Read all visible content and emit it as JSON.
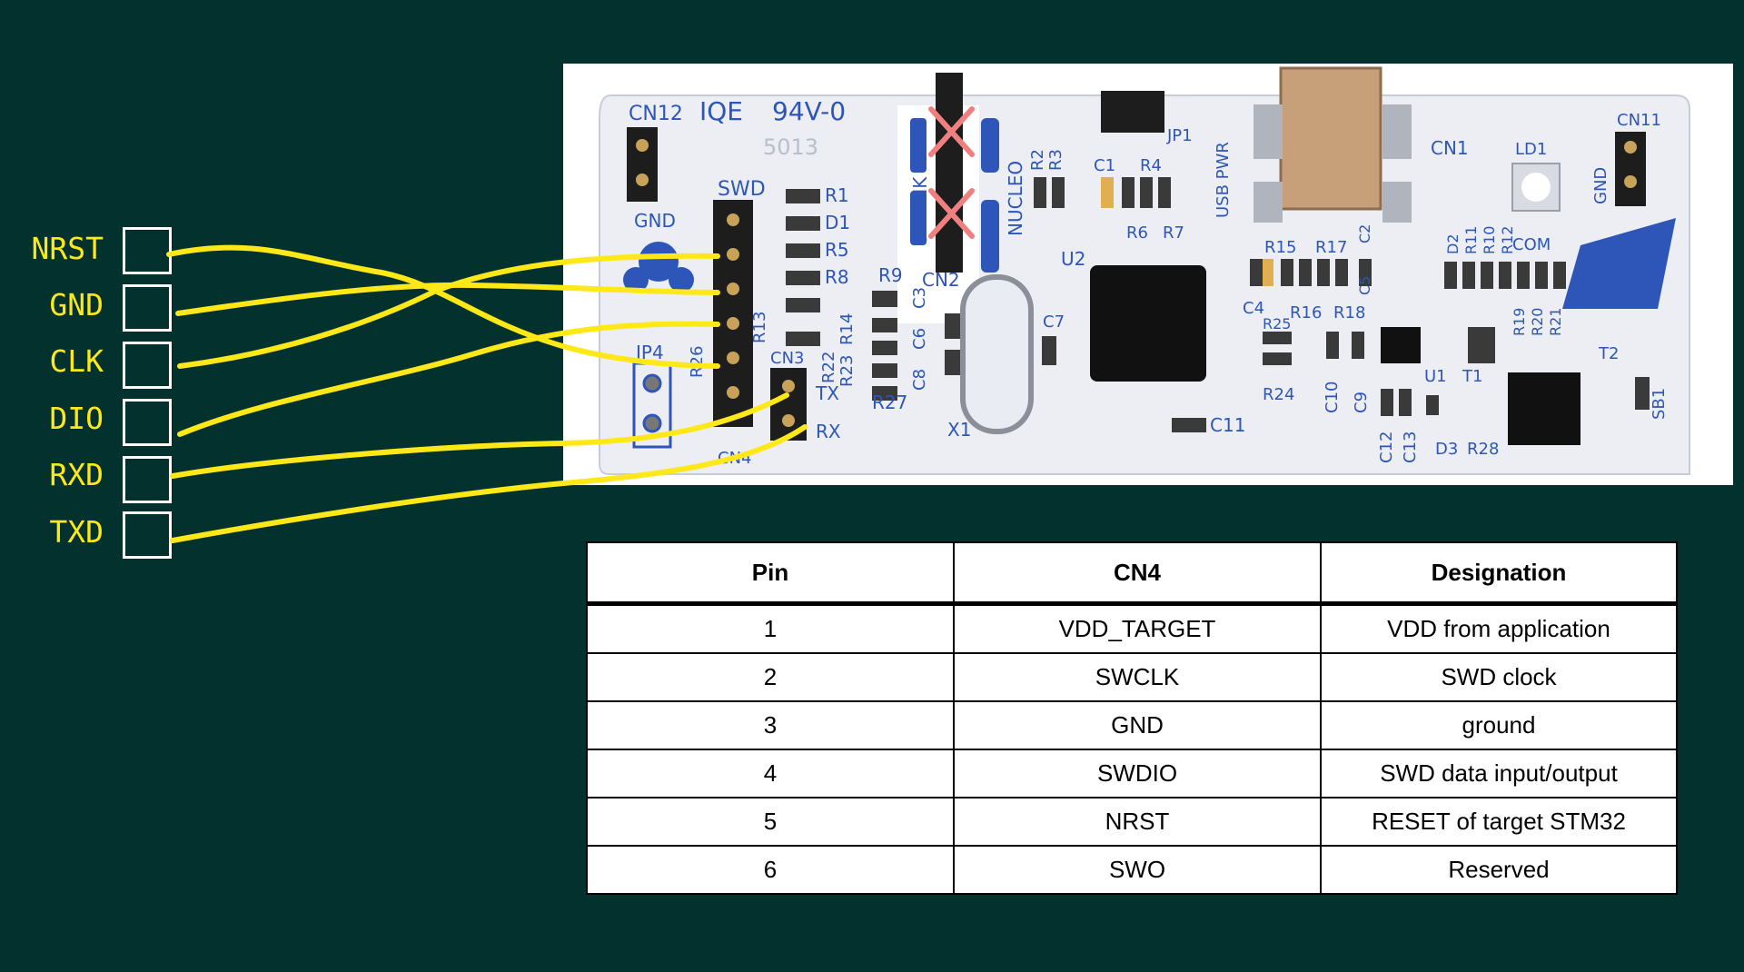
{
  "signal_pins": [
    {
      "label": "NRST"
    },
    {
      "label": "GND"
    },
    {
      "label": "CLK"
    },
    {
      "label": "DIO"
    },
    {
      "label": "RXD"
    },
    {
      "label": "TXD"
    }
  ],
  "board": {
    "silkscreen": {
      "cn12": "CN12",
      "iqe": "IQE",
      "ul": "94V-0",
      "swd": "SWD",
      "gnd_left": "GND",
      "r1": "R1",
      "d1": "D1",
      "r5": "R5",
      "r8": "R8",
      "r9": "R9",
      "r13": "R13",
      "r26": "R26",
      "r22": "R22",
      "r23": "R23",
      "r14": "R14",
      "r27": "R27",
      "c3": "C3",
      "c6": "C6",
      "c8": "C8",
      "jp4": "JP4",
      "cn3": "CN3",
      "tx": "TX",
      "rx": "RX",
      "cn4": "CN4",
      "st_link": "ST-LINK",
      "nucleo": "NUCLEO",
      "cn2": "CN2",
      "r2": "R2",
      "r3": "R3",
      "jp1": "JP1",
      "c1": "C1",
      "r4": "R4",
      "r6": "R6",
      "r7": "R7",
      "usb_pwr": "USB PWR",
      "u2": "U2",
      "c7": "C7",
      "x1": "X1",
      "c11": "C11",
      "cn1": "CN1",
      "ld1": "LD1",
      "com": "COM",
      "r15": "R15",
      "r17": "R17",
      "r16": "R16",
      "r18": "R18",
      "c4": "C4",
      "r25": "R25",
      "r24": "R24",
      "c2": "C2",
      "c5": "C5",
      "c9": "C9",
      "c10": "C10",
      "c12": "C12",
      "c13": "C13",
      "u1": "U1",
      "t1": "T1",
      "d3": "D3",
      "r28": "R28",
      "d2": "D2",
      "r11": "R11",
      "r10": "R10",
      "r12": "R12",
      "r19": "R19",
      "r20": "R20",
      "r21": "R21",
      "cn11": "CN11",
      "gnd_right": "GND",
      "t2": "T2",
      "sb1": "SB1",
      "date_code": "5013"
    }
  },
  "pin_table": {
    "headers": [
      "Pin",
      "CN4",
      "Designation"
    ],
    "rows": [
      [
        "1",
        "VDD_TARGET",
        "VDD from application"
      ],
      [
        "2",
        "SWCLK",
        "SWD clock"
      ],
      [
        "3",
        "GND",
        "ground"
      ],
      [
        "4",
        "SWDIO",
        "SWD data input/output"
      ],
      [
        "5",
        "NRST",
        "RESET of target STM32"
      ],
      [
        "6",
        "SWO",
        "Reserved"
      ]
    ]
  },
  "colors": {
    "background": "#03312e",
    "wire": "#ffe817",
    "silkscreen": "#2d56b8",
    "cross_mark": "#f08080"
  }
}
